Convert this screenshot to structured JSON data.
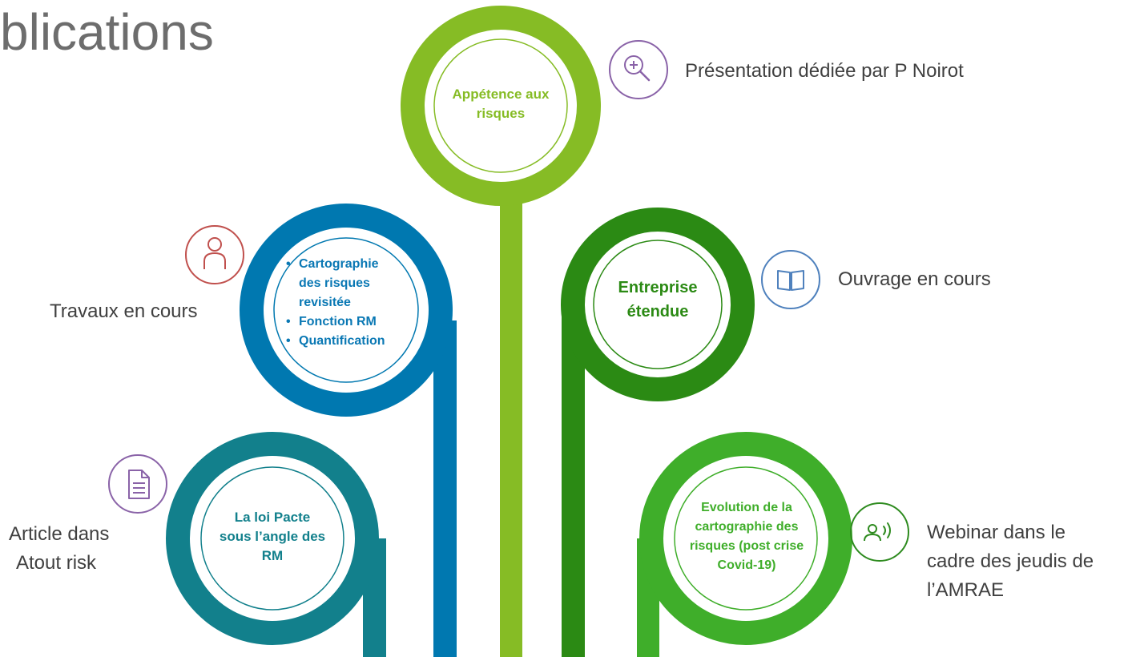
{
  "title": "blications",
  "colors": {
    "light_green": "#86bc25",
    "blue": "#0078b0",
    "dark_green": "#2b8a14",
    "teal": "#12808c",
    "bright_green": "#3fae2a",
    "purple": "#8a63a8",
    "red": "#c0504d",
    "icon_blue": "#4f81bd",
    "icon_green": "#2e8b1f"
  },
  "items": {
    "appetence": {
      "label": "Appétence aux risques",
      "caption": "Présentation dédiée par P Noirot",
      "icon": "zoom-in-icon"
    },
    "cartographie": {
      "bullets": [
        "Cartographie des risques revisitée",
        "Fonction RM",
        "Quantification"
      ],
      "caption": "Travaux en cours",
      "icon": "user-icon"
    },
    "entreprise": {
      "label": "Entreprise étendue",
      "caption": "Ouvrage en cours",
      "icon": "book-icon"
    },
    "loi_pacte": {
      "label": "La loi Pacte sous l’angle des RM",
      "caption_line1": "Article dans",
      "caption_line2": "Atout risk",
      "icon": "document-icon"
    },
    "evolution": {
      "label": "Evolution de la cartographie des risques (post crise Covid-19)",
      "caption_line1": "Webinar dans le",
      "caption_line2": "cadre des jeudis de",
      "caption_line3": "l’AMRAE",
      "icon": "webinar-speaker-icon"
    }
  }
}
